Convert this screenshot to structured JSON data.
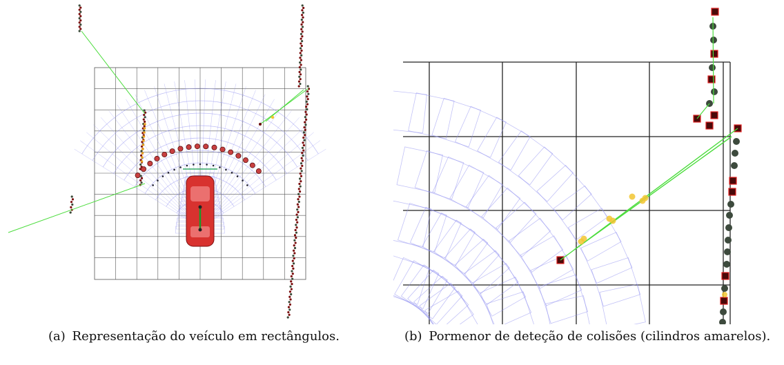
{
  "figure": {
    "subfigures": [
      {
        "label": "(a)",
        "caption": "Representação do veículo em rectângulos."
      },
      {
        "label": "(b)",
        "caption": "Pormenor de deteção de colisões (cilindros amarelos)."
      }
    ]
  },
  "colors": {
    "grid": "#555555",
    "sensor_rays": "#8f8ff0",
    "vehicle": "#d8322f",
    "laser_points_dark": "#3a4a38",
    "laser_points_red": "#7a0c0c",
    "collision_lines": "#4bdc3c",
    "collision_cylinders": "#f2c531"
  }
}
